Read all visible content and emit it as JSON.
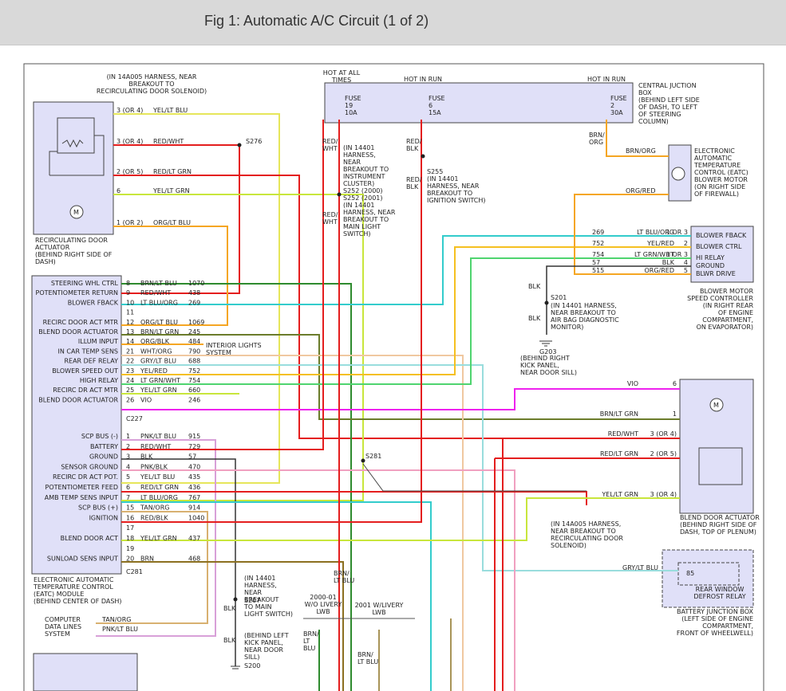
{
  "title": "Fig 1: Automatic A/C Circuit (1 of 2)",
  "colors": {
    "box_fill": "#e0e0f8",
    "red": "#e41e1e",
    "yellow": "#e6e65a",
    "orange": "#f5a623",
    "cyan": "#33cccc",
    "green": "#2e8b2e",
    "magenta": "#ee22ee",
    "brown": "#8b5a2b",
    "gray": "#aaaaaa",
    "black": "#222222",
    "pink": "#f0a0c0"
  },
  "top_notes": {
    "harness_note": [
      "(IN 14A005 HARNESS, NEAR",
      "BREAKOUT TO",
      "RECIRCULATING DOOR SOLENOID)"
    ],
    "s276": "S276",
    "hot_all": [
      "HOT AT ALL",
      "TIMES"
    ],
    "hot_run_1": "HOT IN RUN",
    "hot_run_2": "HOT IN RUN"
  },
  "fuse_box": {
    "fuses": [
      {
        "label": "FUSE",
        "num": "19",
        "amp": "10A"
      },
      {
        "label": "FUSE",
        "num": "6",
        "amp": "15A"
      },
      {
        "label": "FUSE",
        "num": "2",
        "amp": "30A"
      }
    ],
    "desc": [
      "CENTRAL JUCTION",
      "BOX",
      "(BEHIND LEFT SIDE",
      "OF DASH, TO LEFT",
      "OF STEERING",
      "COLUMN)"
    ]
  },
  "recirc_actuator": {
    "pins": [
      "3 (OR 4)",
      "3 (OR 4)",
      "2 (OR 5)",
      "6",
      "1 (OR 2)"
    ],
    "wires": [
      "YEL/LT BLU",
      "RED/WHT",
      "RED/LT GRN",
      "YEL/LT GRN",
      "ORG/LT BLU"
    ],
    "desc": [
      "RECIRCULATING DOOR",
      "ACTUATOR",
      "(BEHIND RIGHT SIDE OF",
      "DASH)"
    ]
  },
  "mid_notes": {
    "red_wht_1": [
      "RED/",
      "WHT"
    ],
    "s252_note": [
      "(IN 14401",
      "HARNESS,",
      "NEAR",
      "BREAKOUT TO",
      "INSTRUMENT",
      "CLUSTER)",
      "S252 (2000)",
      "S252 (2001)",
      "(IN 14401",
      "HARNESS, NEAR",
      "BREAKOUT TO",
      "MAIN LIGHT",
      "SWITCH)"
    ],
    "red_wht_2": [
      "RED/",
      "WHT"
    ],
    "red_blk_1": [
      "RED/",
      "BLK"
    ],
    "s255_note": [
      "S255",
      "(IN 14401",
      "HARNESS, NEAR",
      "BREAKOUT TO",
      "IGNITION SWITCH)"
    ],
    "red_blk_2": [
      "RED/",
      "BLK"
    ],
    "brn_org_1": [
      "BRN/",
      "ORG"
    ],
    "brn_org_2": "BRN/ORG",
    "org_red": "ORG/RED"
  },
  "blower_motor": {
    "desc": [
      "ELECTRONIC",
      "AUTOMATIC",
      "TEMPERATURE",
      "CONTROL (EATC)",
      "BLOWER MOTOR",
      "(ON RIGHT SIDE",
      "OF FIREWALL)"
    ]
  },
  "blower_controller": {
    "rows": [
      {
        "circuit": "269",
        "wire": "LT BLU/ORG",
        "pin": "1 OR 3",
        "label": "BLOWER FBACK"
      },
      {
        "circuit": "752",
        "wire": "YEL/RED",
        "pin": "2",
        "label": "BLOWER CTRL"
      },
      {
        "circuit": "754",
        "wire": "LT GRN/WHT",
        "pin": "1 OR 3",
        "label": "HI RELAY"
      },
      {
        "circuit": "57",
        "wire": "BLK",
        "pin": "4",
        "label": "GROUND"
      },
      {
        "circuit": "515",
        "wire": "ORG/RED",
        "pin": "5",
        "label": "BLWR DRIVE"
      }
    ],
    "desc": [
      "BLOWER MOTOR",
      "SPEED CONTROLLER",
      "(IN RIGHT REAR",
      "OF ENGINE",
      "COMPARTMENT,",
      "ON EVAPORATOR)"
    ]
  },
  "ground_g203": {
    "blk_1": "BLK",
    "s201": "S201",
    "note": [
      "(IN 14401 HARNESS,",
      "NEAR BREAKOUT TO",
      "AIR BAG DIAGNOSTIC",
      "MONITOR)"
    ],
    "blk_2": "BLK",
    "g203": "G203",
    "desc": [
      "(BEHIND RIGHT",
      "KICK PANEL,",
      "NEAR DOOR SILL)"
    ]
  },
  "eatc_c227": {
    "rows": [
      {
        "label": "STEERING WHL CTRL",
        "pin": "8",
        "wire": "BRN/LT BLU",
        "circ": "1070"
      },
      {
        "label": "POTENTIOMETER RETURN",
        "pin": "9",
        "wire": "RED/WHT",
        "circ": "438"
      },
      {
        "label": "BLOWER FBACK",
        "pin": "10",
        "wire": "LT BLU/ORG",
        "circ": "269"
      },
      {
        "label": "",
        "pin": "11",
        "wire": "",
        "circ": ""
      },
      {
        "label": "RECIRC DOOR ACT MTR",
        "pin": "12",
        "wire": "ORG/LT BLU",
        "circ": "1069"
      },
      {
        "label": "BLEND DOOR ACTUATOR",
        "pin": "13",
        "wire": "BRN/LT GRN",
        "circ": "245"
      },
      {
        "label": "ILLUM INPUT",
        "pin": "14",
        "wire": "ORG/BLK",
        "circ": "484"
      },
      {
        "label": "IN CAR TEMP SENS",
        "pin": "21",
        "wire": "WHT/ORG",
        "circ": "790"
      },
      {
        "label": "REAR DEF RELAY",
        "pin": "22",
        "wire": "GRY/LT BLU",
        "circ": "688"
      },
      {
        "label": "BLOWER SPEED OUT",
        "pin": "23",
        "wire": "YEL/RED",
        "circ": "752"
      },
      {
        "label": "HIGH RELAY",
        "pin": "24",
        "wire": "LT GRN/WHT",
        "circ": "754"
      },
      {
        "label": "RECIRC DR ACT MTR",
        "pin": "25",
        "wire": "YEL/LT GRN",
        "circ": "660"
      },
      {
        "label": "BLEND DOOR ACTUATOR",
        "pin": "26",
        "wire": "VIO",
        "circ": "246"
      }
    ],
    "connector": "C227",
    "interior_lights": [
      "INTERIOR LIGHTS",
      "SYSTEM"
    ]
  },
  "eatc_c281": {
    "rows": [
      {
        "label": "SCP BUS (-)",
        "pin": "1",
        "wire": "PNK/LT BLU",
        "circ": "915"
      },
      {
        "label": "BATTERY",
        "pin": "2",
        "wire": "RED/WHT",
        "circ": "729"
      },
      {
        "label": "GROUND",
        "pin": "3",
        "wire": "BLK",
        "circ": "57"
      },
      {
        "label": "SENSOR GROUND",
        "pin": "4",
        "wire": "PNK/BLK",
        "circ": "470"
      },
      {
        "label": "RECIRC DR ACT POT.",
        "pin": "5",
        "wire": "YEL/LT BLU",
        "circ": "435"
      },
      {
        "label": "POTENTIOMETER FEED",
        "pin": "6",
        "wire": "RED/LT GRN",
        "circ": "436"
      },
      {
        "label": "AMB TEMP SENS INPUT",
        "pin": "7",
        "wire": "LT BLU/ORG",
        "circ": "767"
      },
      {
        "label": "SCP BUS (+)",
        "pin": "15",
        "wire": "TAN/ORG",
        "circ": "914"
      },
      {
        "label": "IGNITION",
        "pin": "16",
        "wire": "RED/BLK",
        "circ": "1040"
      },
      {
        "label": "",
        "pin": "17",
        "wire": "",
        "circ": ""
      },
      {
        "label": "BLEND DOOR ACT",
        "pin": "18",
        "wire": "YEL/LT GRN",
        "circ": "437"
      },
      {
        "label": "",
        "pin": "19",
        "wire": "",
        "circ": ""
      },
      {
        "label": "SUNLOAD SENS INPUT",
        "pin": "20",
        "wire": "BRN",
        "circ": "468"
      }
    ],
    "connector": "C281",
    "desc": [
      "ELECTRONIC AUTOMATIC",
      "TEMPERATURE CONTROL",
      "(EATC) MODULE",
      "(BEHIND CENTER OF DASH)"
    ],
    "s281": "S281"
  },
  "blend_actuator": {
    "rows": [
      {
        "wire": "VIO",
        "pin": "6"
      },
      {
        "wire": "BRN/LT GRN",
        "pin": "1"
      },
      {
        "wire": "RED/WHT",
        "pin": "3 (OR 4)"
      },
      {
        "wire": "RED/LT GRN",
        "pin": "2 (OR 5)"
      },
      {
        "wire": "YEL/LT GRN",
        "pin": "3 (OR 4)"
      }
    ],
    "desc": [
      "BLEND DOOR ACTUATOR",
      "(BEHIND RIGHT SIDE OF",
      "DASH, TOP OF PLENUM)"
    ]
  },
  "bottom_notes": {
    "s281_note": [
      "(IN 14A005 HARNESS,",
      "NEAR BREAKOUT TO",
      "RECIRCULATING DOOR",
      "SOLENOID)"
    ],
    "gry": "GRY/LT BLU",
    "relay_pin": "85",
    "relay": [
      "REAR WINDOW",
      "DEFROST RELAY"
    ],
    "bjb": [
      "BATTERY JUNCTION BOX",
      "(LEFT SIDE OF ENGINE",
      "COMPARTMENT,",
      "FRONT OF WHEELWELL)"
    ],
    "s207_note": [
      "(IN 14401",
      "HARNESS,",
      "NEAR",
      "BREAKOUT",
      "TO MAIN",
      "LIGHT SWITCH)"
    ],
    "blk_a": "BLK",
    "s207": "S207",
    "blk_b": "BLK",
    "s200_note": [
      "(BEHIND LEFT",
      "KICK PANEL,",
      "NEAR DOOR",
      "SILL)"
    ],
    "s200": "S200",
    "brn_lt_blu_1": [
      "BRN/",
      "LT BLU"
    ],
    "livery_1": [
      "2000-01",
      "W/O LIVERY",
      "LWB"
    ],
    "livery_2": [
      "2001 W/LIVERY",
      "LWB"
    ],
    "brn_lt_blu_2": [
      "BRN/",
      "LT",
      "BLU"
    ],
    "brn_lt_blu_3": [
      "BRN/",
      "LT BLU"
    ],
    "cdl": [
      "COMPUTER",
      "DATA LINES",
      "SYSTEM"
    ],
    "tan_org": "TAN/ORG",
    "pnk_lt_blu": "PNK/LT BLU"
  }
}
